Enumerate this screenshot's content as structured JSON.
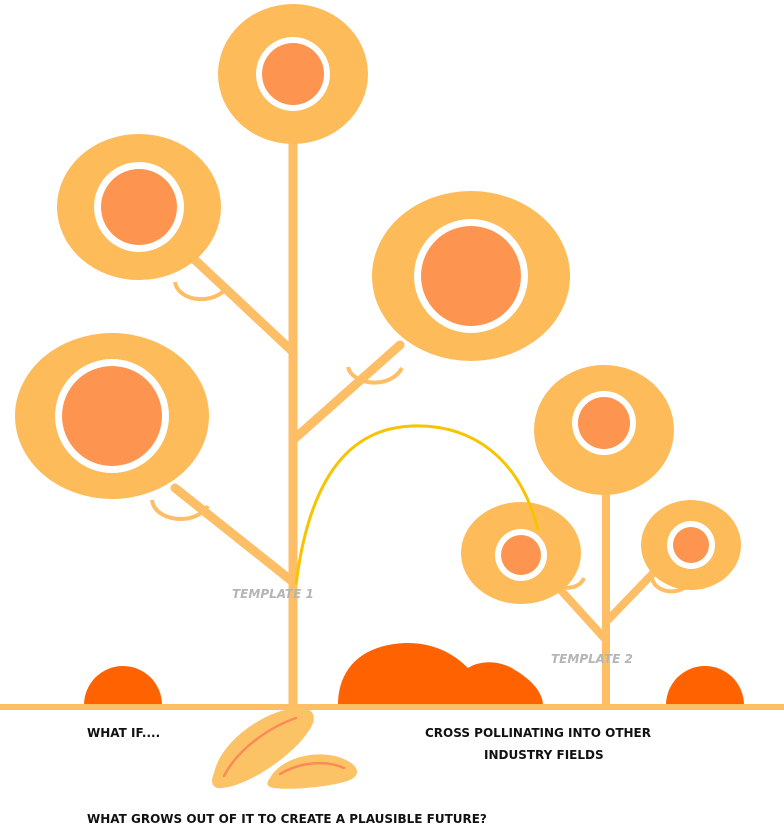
{
  "colors": {
    "outer": "#fdbb5a",
    "inner": "#fd9450",
    "ring": "#ffffff",
    "stem": "#fdbe66",
    "ground": "#fdbe66",
    "mound": "#ff6200",
    "arc": "#f8c400",
    "seed": "#fcc266",
    "seed_stroke": "#fb8a55"
  },
  "labels": {
    "template1": "TEMPLATE 1",
    "template2": "TEMPLATE 2",
    "what_if": "WHAT IF....",
    "cross_line1": "CROSS POLLINATING INTO OTHER",
    "cross_line2": "INDUSTRY FIELDS",
    "question": "WHAT GROWS OUT OF IT TO CREATE A PLAUSIBLE FUTURE?"
  }
}
